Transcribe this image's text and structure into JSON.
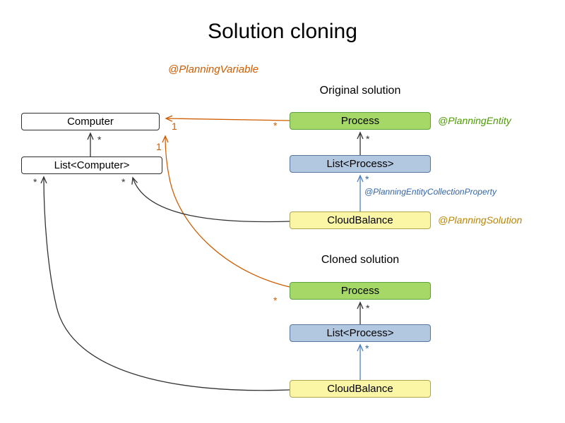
{
  "title": "Solution cloning",
  "labels": {
    "planning_variable": "@PlanningVariable",
    "original_solution": "Original solution",
    "cloned_solution": "Cloned solution",
    "planning_entity": "@PlanningEntity",
    "planning_entity_collection_property": "@PlanningEntityCollectionProperty",
    "planning_solution": "@PlanningSolution"
  },
  "boxes": {
    "computer": "Computer",
    "list_computer": "List<Computer>",
    "process_original": "Process",
    "list_process_original": "List<Process>",
    "cloudbalance_original": "CloudBalance",
    "process_cloned": "Process",
    "list_process_cloned": "List<Process>",
    "cloudbalance_cloned": "CloudBalance"
  },
  "multiplicities": {
    "computer_child": "*",
    "computer_var_orig": "1",
    "computer_var_clone": "1",
    "process_orig_var": "*",
    "process_orig_child": "*",
    "list_process_orig_child": "*",
    "list_computer_left": "*",
    "list_computer_right": "*",
    "process_clone_var": "*",
    "process_clone_child": "*",
    "list_process_clone_child": "*"
  },
  "colors": {
    "orange": "#CE5C00",
    "green_text": "#4E9A06",
    "blue_text": "#3465A4",
    "olive_text": "#B8860B",
    "green_fill": "#A5D867",
    "green_border": "#5FA13C",
    "blue_fill": "#B2C7E0",
    "blue_border": "#56789C",
    "yellow_fill": "#FBF6A6",
    "yellow_border": "#AFA54A",
    "line_black": "#333333",
    "line_blue": "#4F81BD"
  }
}
